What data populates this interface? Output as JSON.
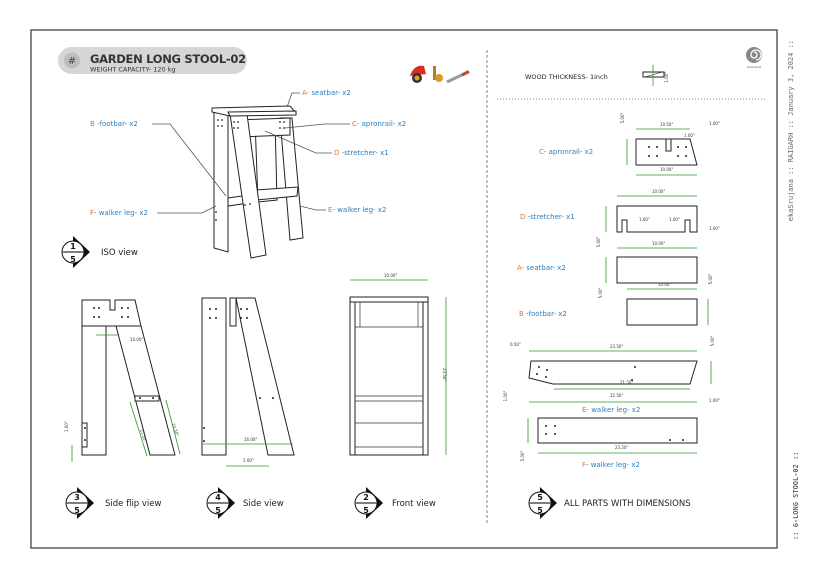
{
  "header": {
    "badge": "#",
    "title": "GARDEN LONG STOOL-02",
    "subtitle": "WEIGHT CAPACITY- 120 kg"
  },
  "wood_thickness": {
    "label": "WOOD THICKNESS- 1inch",
    "dim": "1.00\""
  },
  "callouts": {
    "a": {
      "letter": "A",
      "rest": "- seatbar- x2"
    },
    "b": {
      "letter": "B",
      "rest": " -footbar- x2"
    },
    "c": {
      "letter": "C",
      "rest": "- apronrail- x2"
    },
    "d": {
      "letter": "D",
      "rest": " -stretcher- x1"
    },
    "e": {
      "letter": "E",
      "rest": "- walker leg- x2"
    },
    "f": {
      "letter": "F",
      "rest": "- walker leg- x2"
    }
  },
  "views": [
    {
      "num": "1",
      "den": "5",
      "label": "ISO view"
    },
    {
      "num": "3",
      "den": "5",
      "label": "Side flip view"
    },
    {
      "num": "4",
      "den": "5",
      "label": "Side view"
    },
    {
      "num": "2",
      "den": "5",
      "label": "Front view"
    },
    {
      "num": "5",
      "den": "5",
      "label": "ALL PARTS WITH DIMENSIONS"
    }
  ],
  "parts": {
    "c": {
      "letter": "C",
      "rest": "- apronrail- x2"
    },
    "d": {
      "letter": "D",
      "rest": " -stretcher- x1"
    },
    "a": {
      "letter": "A",
      "rest": "- seatbar- x2"
    },
    "b": {
      "letter": "B",
      "rest": " -footbar- x2"
    },
    "e": {
      "letter": "E",
      "rest": "- walker leg- x2"
    },
    "f": {
      "letter": "F",
      "rest": "- walker leg- x2"
    }
  },
  "dims": {
    "c_top": "10.50\"",
    "c_notch": "1.00\"",
    "c_side": "1.00\"",
    "c_bottom": "10.00\"",
    "c_h": "5.00\"",
    "d_top": "10.00\"",
    "d_n1": "1.00\"",
    "d_n2": "1.00\"",
    "d_n3": "1.00\"",
    "d_h": "5.00\"",
    "a_top": "10.00\"",
    "a_h": "5.00\"",
    "b_top": "10.00\"",
    "b_h": "5.00\"",
    "e_top": "23.50\"",
    "e_mid": "21.50\"",
    "e_bot": "22.50\"",
    "e_off": "0.50\"",
    "e_h": "5.00\"",
    "e_r": "1.00\"",
    "e_l": "1.00\"",
    "f_len": "23.50\"",
    "f_h": "5.00\"",
    "front_w": "10.00\"",
    "front_h": "23.50\"",
    "side_base": "16.00\"",
    "side_w": "5.00\"",
    "flip_top": "10.00\"",
    "flip_h": "1.00\"",
    "flip_leg": "21.50\"",
    "flip_leg2": "21.50\""
  },
  "sidebar": {
    "credit": "ekaSrujana :: RAIGARH :: January 3, 2024 ::",
    "drawing": ":: G-LONG STOOL-02 ::"
  },
  "logo_text": "ekaSrujana"
}
